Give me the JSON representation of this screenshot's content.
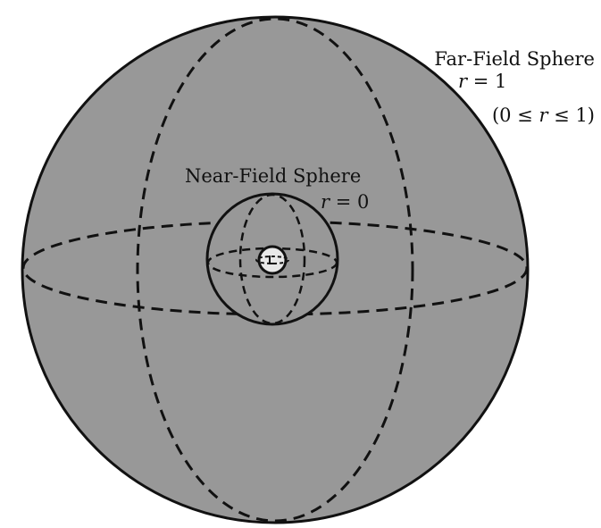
{
  "diagram": {
    "far_field_label": "Far-Field Sphere",
    "far_r_var": "r",
    "far_r_eq": " = 1",
    "range_open": "(0 ≤ ",
    "range_var": "r",
    "range_close": " ≤ 1)",
    "near_field_label": "Near-Field Sphere",
    "near_r_var": "r",
    "near_r_eq": " = 0"
  },
  "colors": {
    "sphere_fill": "#989898",
    "stroke": "#111111",
    "inner_fill": "#e8e8e8",
    "background": "#ffffff"
  }
}
